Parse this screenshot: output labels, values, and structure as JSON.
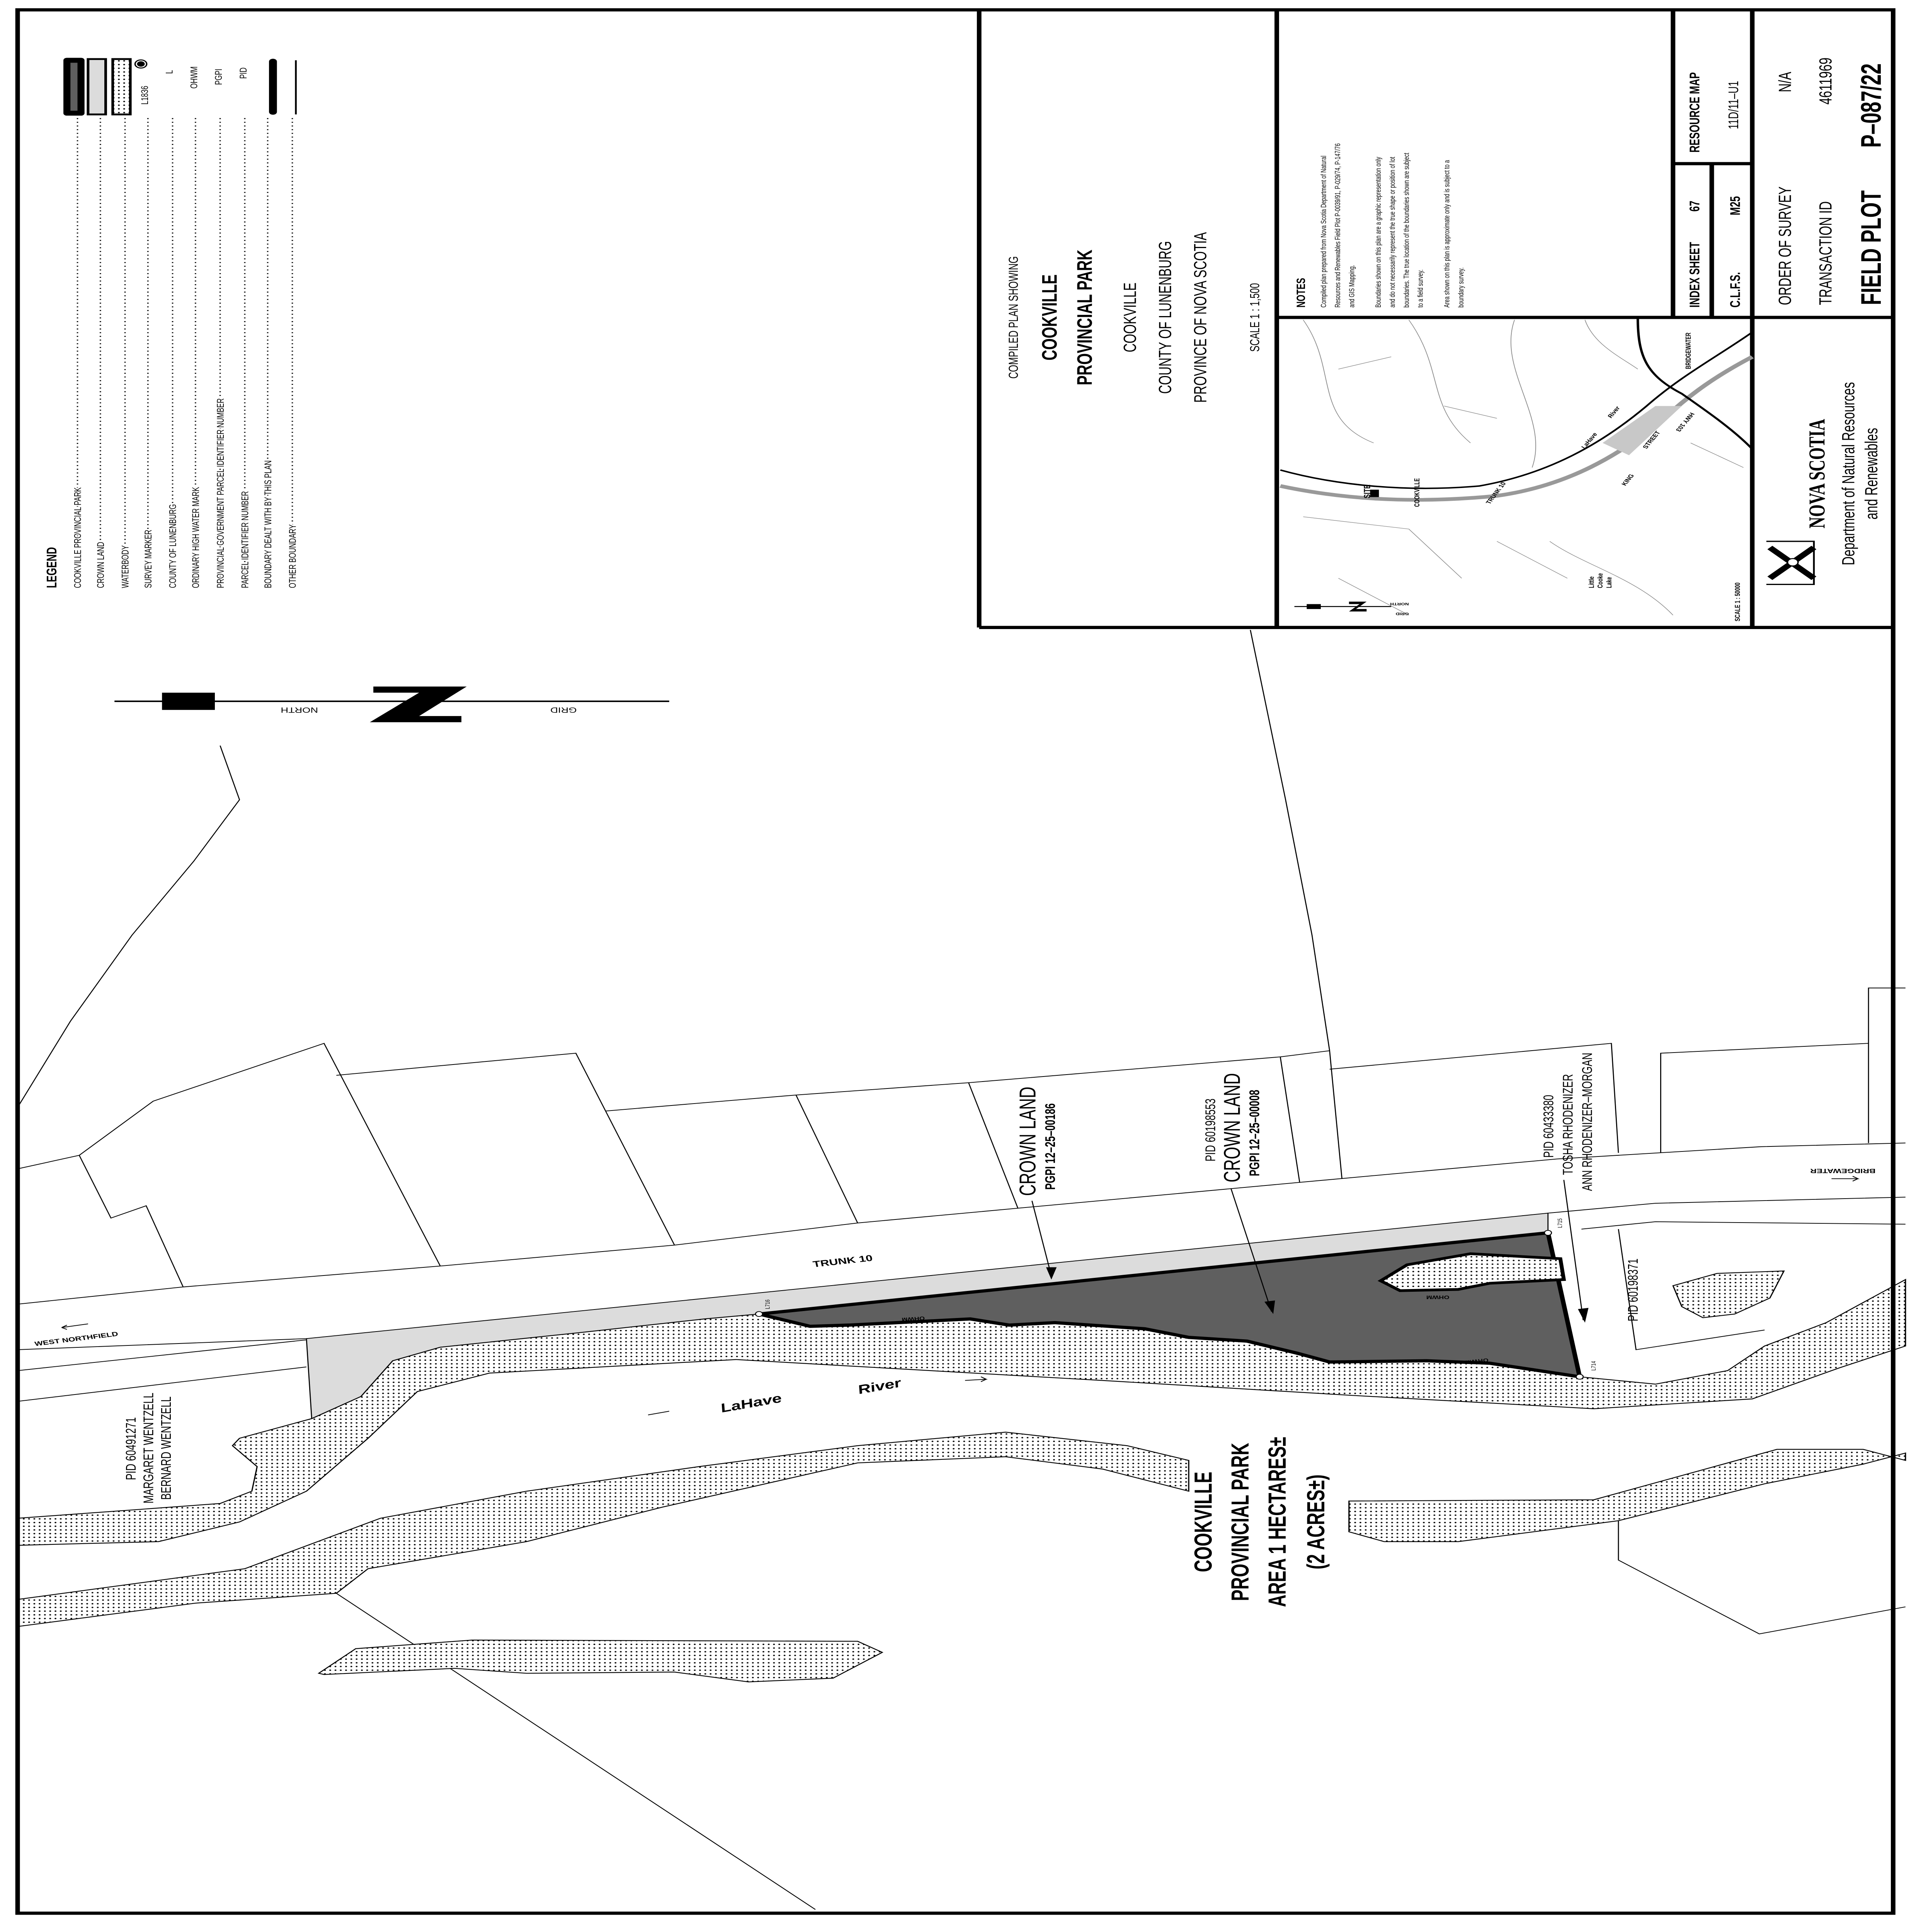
{
  "colors": {
    "park_fill": "#5f5f5f",
    "crown_land_fill": "#dcdcdc",
    "line": "#000000",
    "paper": "#ffffff"
  },
  "legend": {
    "title": "LEGEND",
    "items": [
      {
        "label": "COOKVILLE PROVINCIAL PARK",
        "symbol": "dark-grey-fill"
      },
      {
        "label": "CROWN LAND",
        "symbol": "light-grey-fill"
      },
      {
        "label": "WATERBODY",
        "symbol": "dot-pattern"
      },
      {
        "label": "SURVEY MARKER",
        "symbol": "marker-circle",
        "symbol_text": "L1836"
      },
      {
        "label": "COUNTY OF LUNENBURG",
        "symbol_text": "L"
      },
      {
        "label": "ORDINARY HIGH WATER MARK",
        "symbol_text": "OHWM"
      },
      {
        "label": "PROVINCIAL GOVERNMENT PARCEL IDENTIFIER NUMBER",
        "symbol_text": "PGPI"
      },
      {
        "label": "PARCEL IDENTIFIER NUMBER",
        "symbol_text": "PID"
      },
      {
        "label": "BOUNDARY DEALT WITH BY THIS PLAN",
        "symbol": "thick-line"
      },
      {
        "label": "OTHER BOUNDARY",
        "symbol": "thin-line"
      }
    ]
  },
  "north_arrow": {
    "north": "NORTH",
    "grid": "GRID",
    "icon": "north-arrow-icon"
  },
  "title_block": {
    "compiled": "COMPILED PLAN SHOWING",
    "title_1": "COOKVILLE",
    "title_2": "PROVINCIAL PARK",
    "place": "COOKVILLE",
    "county": "COUNTY OF LUNENBURG",
    "province": "PROVINCE OF NOVA SCOTIA",
    "scale": "SCALE 1 : 1,500"
  },
  "notes": {
    "heading": "NOTES",
    "paragraphs": [
      [
        "Compiled plan prepared from Nova Scotia Department of Natural",
        "Resources and Renewables Field Plot P-0039/91, P-029/74, P-147/76",
        "and GIS Mapping."
      ],
      [
        "Boundaries shown on this plan are a graphic representation only",
        "and do not necessarily represent the true shape or position of lot",
        "boundaries.  The true location of the boundaries shown are subject",
        "to a field survey."
      ],
      [
        "Area shown on this plan is approximate only and is subject to a",
        "boundary survey."
      ]
    ]
  },
  "inset_map": {
    "site": "SITE",
    "cookville": "COOKVILLE",
    "trunk": "TRUNK 10",
    "river_1": "LaHave",
    "river_2": "River",
    "king": "KING",
    "street": "STREET",
    "hwy": "HWY 103",
    "bridgewater": "BRIDGEWATER",
    "lake": [
      "Little",
      "Cooke",
      "Lake"
    ],
    "scale": "SCALE 1 : 50000",
    "grid": "GRID",
    "north": "NORTH"
  },
  "index": {
    "resource_map_label": "RESOURCE MAP",
    "resource_map_value": "11D/11–U1",
    "index_sheet_label": "INDEX SHEET",
    "index_sheet_value": "67",
    "clfs_label": "C.L.F.S.",
    "clfs_value": "M25"
  },
  "survey": {
    "order_label": "ORDER OF SURVEY",
    "order_value": "N/A",
    "transaction_label": "TRANSACTION ID",
    "transaction_value": "4611969",
    "field_plot_label": "FIELD PLOT",
    "field_plot_value": "P–087/22"
  },
  "department": {
    "logo_text": "NOVA SCOTIA",
    "line_1": "Department of Natural Resources",
    "line_2": "and Renewables"
  },
  "map_labels": {
    "trunk": "TRUNK 10",
    "west_northfield": "WEST NORTHFIELD",
    "bridgewater": "BRIDGEWATER",
    "river_1": "LaHave",
    "river_2": "River",
    "crown_1": {
      "name": "CROWN LAND",
      "pgpi": "PGPI 12–25–00186"
    },
    "crown_2": {
      "pid": "PID 60198553",
      "name": "CROWN LAND",
      "pgpi": "PGPI 12–25–00008"
    },
    "rhodenizer": {
      "pid": "PID 60433380",
      "owner_1": "TOSHA RHODENIZER",
      "owner_2": "ANN RHODENIZER–MORGAN"
    },
    "pid_east": "PID 60198371",
    "wentzell": {
      "pid": "PID 60491271",
      "owner_1": "MARGARET WENTZELL",
      "owner_2": "BERNARD WENTZELL"
    },
    "markers": [
      "L716",
      "L715",
      "L714"
    ],
    "ohwm": "OHWM",
    "park": [
      "COOKVILLE",
      "PROVINCIAL PARK",
      "AREA 1 HECTARES±",
      "(2 ACRES±)"
    ]
  }
}
